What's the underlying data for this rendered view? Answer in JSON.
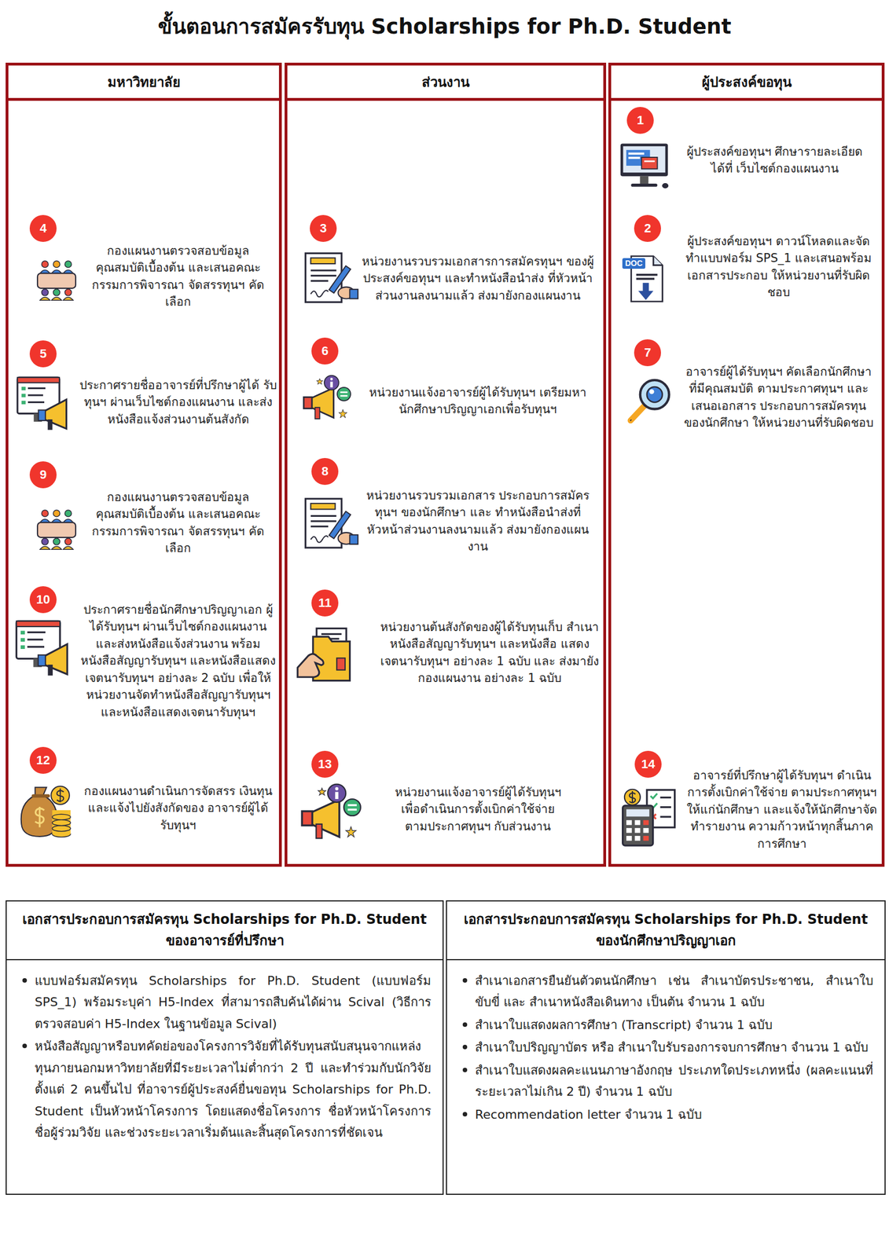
{
  "diagram": {
    "title": "ขั้นตอนการสมัครรับทุน Scholarships for Ph.D. Student",
    "nodes": [
      {
        "text": [
          "มหาวิทยาลัย"
        ]
      },
      {
        "text": [
          "ส่วนงาน"
        ]
      },
      {
        "text": [
          "ผู้ประสงค์ขอทุน"
        ]
      },
      {
        "text": [
          "1"
        ],
        "in": 2
      },
      {
        "text": [
          "4"
        ],
        "in": 0
      },
      {
        "text": [
          "3"
        ],
        "in": 1
      },
      {
        "text": [
          "2"
        ],
        "in": 2
      },
      {
        "text": [
          "5"
        ],
        "in": 0
      },
      {
        "text": [
          "6"
        ],
        "in": 1
      },
      {
        "text": [
          "7"
        ],
        "in": 2
      },
      {
        "text": [
          "9"
        ],
        "in": 0
      },
      {
        "text": [
          "8"
        ],
        "in": 1
      },
      {
        "text": [
          "10"
        ],
        "in": 0
      },
      {
        "text": [
          "11"
        ],
        "in": 1
      },
      {
        "text": [
          "12"
        ],
        "in": 0
      },
      {
        "text": [
          "13"
        ],
        "in": 1
      },
      {
        "text": [
          "14"
        ],
        "in": 2
      },
      {
        "text": [
          "เอกสารประกอบการสมัครทุน Scholarships for Ph.D. Student ของอาจารย์ที่ปรึกษา",
          "แบบฟอร์มสมัครทุน Scholarships for Ph.D. Student (แบบฟอร์ม SPS_1) พร้อมระบุค่า H5-Index ที่สามารถสืบค้นได้ผ่าน Scival (วิธีการตรวจสอบค่า H5-Index ในฐานข้อมูล Scival)",
          "หนังสือสัญญาหรือบทคัดย่อของโครงการวิจัยที่ได้รับทุนสนับสนุนจากแหล่ง ทุนภายนอกมหาวิทยาลัยที่มีระยะเวลาไม่ต่ำกว่า 2 ปี และทำร่วมกับนักวิจัย ตั้งแต่ 2 คนขึ้นไป ที่อาจารย์ผู้ประสงค์ยื่นขอทุน Scholarships for Ph.D. Student เป็นหัวหน้าโครงการ โดยแสดงชื่อโครงการ ชื่อหัวหน้าโครงการ ชื่อผู้ร่วมวิจัย และช่วงระยะเวลาเริ่มต้นและสิ้นสุดโครงการที่ชัดเจน"
        ]
      },
      {
        "text": [
          "เอกสารประกอบการสมัครทุน Scholarships for Ph.D. Student ของนักศึกษาปริญญาเอก",
          "สำเนาเอกสารยืนยันตัวตนนักศึกษา เช่น สำเนาบัตรประชาชน, สำเนาใบขับขี่ และ สำเนาหนังสือเดินทาง เป็นต้น จำนวน 1 ฉบับ",
          "สำเนาใบแสดงผลการศึกษา (Transcript) จำนวน 1 ฉบับ",
          "สำเนาใบปริญญาบัตร หรือ สำเนาใบรับรองการจบการศึกษา จำนวน 1 ฉบับ",
          "สำเนาใบแสดงผลคะแนนภาษาอังกฤษ ประเภทใดประเภทหนึ่ง (ผลคะแนนที่ ระยะเวลาไม่เกิน 2 ปี) จำนวน 1 ฉบับ",
          "Recommendation letter จำนวน 1 ฉบับ"
        ]
      }
    ],
    "labels": [
      "ผู้ประสงค์ขอทุนฯ ศึกษารายละเอียด ได้ที่ เว็บไซต์กองแผนงาน",
      "กองแผนงานตรวจสอบข้อมูล คุณสมบัติเบื้องต้น และเสนอคณะกรรมการพิจารณา จัดสรรทุนฯ คัดเลือก",
      "หน่วยงานรวบรวมเอกสารการสมัครทุนฯ ของผู้ประสงค์ขอทุนฯ และทำหนังสือนำส่ง ที่หัวหน้าส่วนงานลงนามแล้ว ส่งมายังกองแผนงาน",
      "ผู้ประสงค์ขอทุนฯ ดาวน์โหลดและจัดทำแบบฟอร์ม SPS_1 และเสนอพร้อมเอกสารประกอบ ให้หน่วยงานที่รับผิดชอบ",
      "ประกาศรายชื่ออาจารย์ที่ปรึกษาผู้ได้ รับทุนฯ ผ่านเว็บไซต์กองแผนงาน และส่งหนังสือแจ้งส่วนงานต้นสังกัด",
      "หน่วยงานแจ้งอาจารย์ผู้ได้รับทุนฯ เตรียมหานักศึกษาปริญญาเอกเพื่อรับทุนฯ",
      "อาจารย์ผู้ได้รับทุนฯ คัดเลือกนักศึกษาที่มีคุณสมบัติ ตามประกาศทุนฯ และเสนอเอกสาร ประกอบการสมัครทุนของนักศึกษา ให้หน่วยงานที่รับผิดชอบ",
      "กองแผนงานตรวจสอบข้อมูล คุณสมบัติเบื้องต้น และเสนอคณะกรรมการพิจารณา จัดสรรทุนฯ คัดเลือก",
      "หน่วยงานรวบรวมเอกสาร ประกอบการสมัครทุนฯ ของนักศึกษา และ ทำหนังสือนำส่งที่หัวหน้าส่วนงานลงนามแล้ว ส่งมายังกองแผนงาน",
      "ประกาศรายชื่อนักศึกษาปริญญาเอก ผู้ได้รับทุนฯ ผ่านเว็บไซต์กองแผนงาน และส่งหนังสือแจ้งส่วนงาน พร้อม หนังสือสัญญารับทุนฯ และหนังสือแสดง เจตนารับทุนฯ อย่างละ 2 ฉบับ เพื่อให้ หน่วยงานจัดทำหนังสือสัญญารับทุนฯ และหนังสือแสดงเจตนารับทุนฯ",
      "หน่วยงานต้นสังกัดของผู้ได้รับทุนเก็บ สำเนาหนังสือสัญญารับทุนฯ และหนังสือ แสดงเจตนารับทุนฯ อย่างละ 1 ฉบับ และ ส่งมายังกองแผนงาน อย่างละ 1 ฉบับ",
      "กองแผนงานดำเนินการจัดสรร เงินทุนและแจ้งไปยังสังกัดของ อาจารย์ผู้ได้รับทุนฯ",
      "หน่วยงานแจ้งอาจารย์ผู้ได้รับทุนฯ เพื่อดำเนินการตั้งเบิกค่าใช้จ่าย ตามประกาศทุนฯ กับส่วนงาน",
      "อาจารย์ที่ปรึกษาผู้ได้รับทุนฯ ดำเนินการตั้งเบิกค่าใช้จ่าย ตามประกาศทุนฯ ให้แก่นักศึกษา และแจ้งให้นักศึกษาจัดทำรายงาน ความก้าวหน้าทุกสิ้นภาคการศึกษา",
      "DOC"
    ]
  }
}
